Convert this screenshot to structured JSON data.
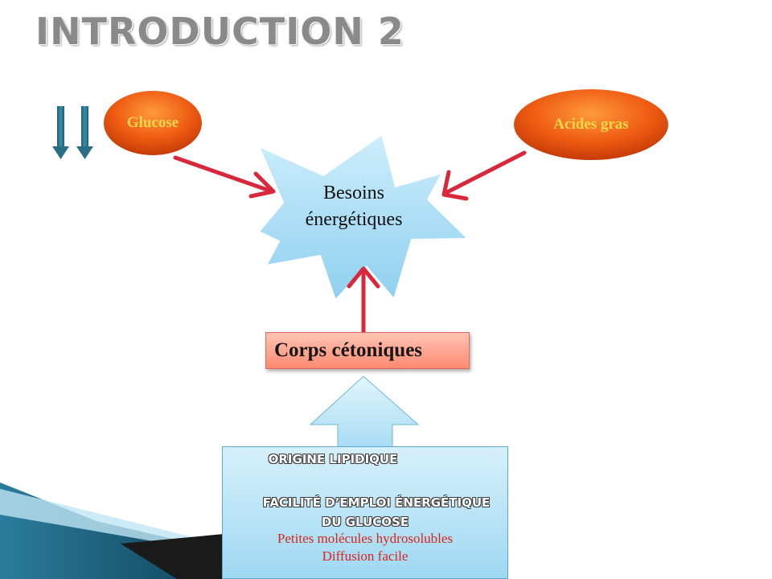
{
  "title": "INTRODUCTION 2",
  "nodes": {
    "glucose": "Glucose",
    "acides_gras": "Acides gras",
    "besoins_line1": "Besoins",
    "besoins_line2": "énergétiques",
    "corps": "Corps cétoniques"
  },
  "origin": {
    "heading": "Origine lipidique",
    "facilite_line1": "Facilité d’emploi énergétique",
    "facilite_line2": "du glucose",
    "detail1": "Petites molécules hydrosolubles",
    "detail2": "Diffusion facile"
  },
  "icons": {
    "down_arrows": "double-down-arrow-icon"
  },
  "colors": {
    "title": "#8a8a8a",
    "oval_fill": "#e84e10",
    "oval_text": "#ffd84a",
    "star_fill": "#a9dcf5",
    "connector": "#d9283c",
    "corps_fill": "#ff9c86",
    "detail_text": "#d8261a",
    "teal": "#2a6f86"
  }
}
